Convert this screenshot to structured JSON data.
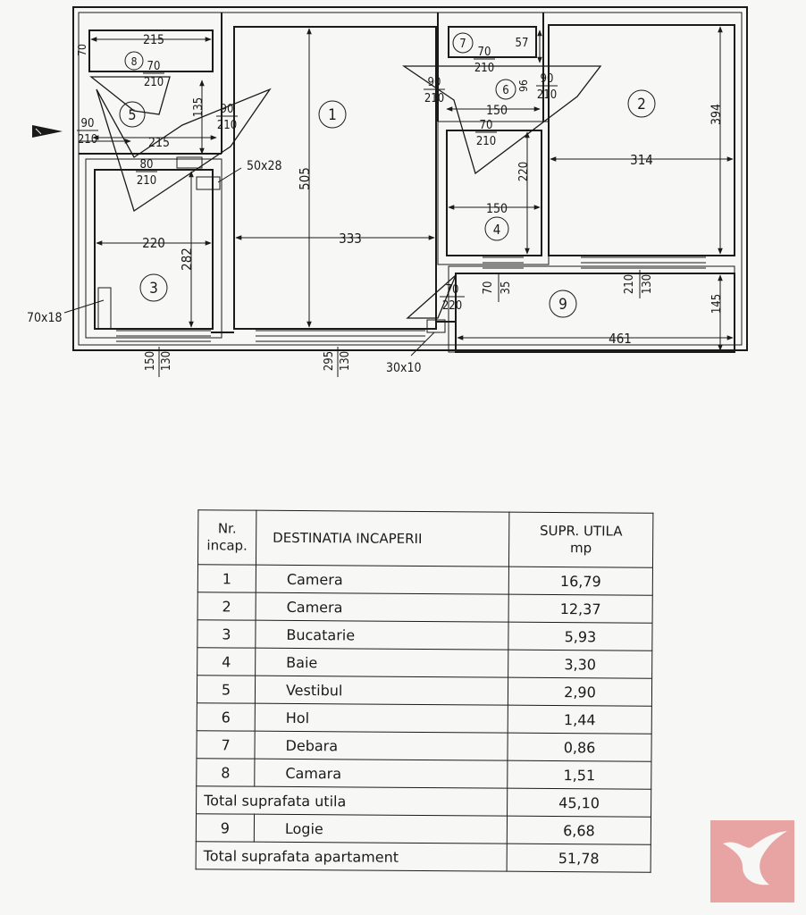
{
  "plan": {
    "room_numbers": [
      "1",
      "2",
      "3",
      "4",
      "5",
      "6",
      "7",
      "8",
      "9"
    ],
    "dimensions": {
      "top_215": "215",
      "v_70": "70",
      "h_215_vest": "215",
      "v_135": "135",
      "room1_505": "505",
      "h_333": "333",
      "room3_220": "220",
      "room3_282": "282",
      "room6_150": "150",
      "room6_96": "96",
      "room7_57": "57",
      "room4_220": "220",
      "room4_150": "150",
      "room2_314": "314",
      "room2_394": "394",
      "room9_461": "461",
      "room9_145": "145"
    },
    "door_fractions": {
      "d8": [
        "70",
        "210"
      ],
      "d5_right": [
        "90",
        "210"
      ],
      "d5_entry": [
        "90",
        "210"
      ],
      "d3": [
        "80",
        "210"
      ],
      "d7": [
        "70",
        "210"
      ],
      "d6_left": [
        "90",
        "210"
      ],
      "d6_right": [
        "90",
        "210"
      ],
      "d4": [
        "70",
        "210"
      ],
      "d9": [
        "70",
        "220"
      ]
    },
    "window_labels": {
      "w3": [
        "150",
        "130"
      ],
      "w1": [
        "295",
        "130"
      ],
      "w4": [
        "70",
        "35"
      ],
      "w2": [
        "210",
        "130"
      ]
    },
    "annotations": {
      "vent_kitchen": "50x28",
      "shaft_kitchen": "70x18",
      "vent_logia": "30x10"
    }
  },
  "table": {
    "headers": {
      "nr": "Nr.\nincap.",
      "dest": "DESTINATIA INCAPERII",
      "area": "SUPR. UTILA\nmp"
    },
    "rows": [
      {
        "nr": "1",
        "dest": "Camera",
        "area": "16,79"
      },
      {
        "nr": "2",
        "dest": "Camera",
        "area": "12,37"
      },
      {
        "nr": "3",
        "dest": "Bucatarie",
        "area": "5,93"
      },
      {
        "nr": "4",
        "dest": "Baie",
        "area": "3,30"
      },
      {
        "nr": "5",
        "dest": "Vestibul",
        "area": "2,90"
      },
      {
        "nr": "6",
        "dest": "Hol",
        "area": "1,44"
      },
      {
        "nr": "7",
        "dest": "Debara",
        "area": "0,86"
      },
      {
        "nr": "8",
        "dest": "Camara",
        "area": "1,51"
      }
    ],
    "total_util": {
      "label": "Total suprafata utila",
      "area": "45,10"
    },
    "logia_row": {
      "nr": "9",
      "dest": "Logie",
      "area": "6,68"
    },
    "total_apartment": {
      "label": "Total suprafata apartament",
      "area": "51,78"
    }
  },
  "colors": {
    "ink": "#1a1a1a",
    "paper": "#f7f7f5",
    "logo": "#e8a3a3"
  },
  "icons": {
    "entry": "entry-arrow-icon",
    "logo": "bird-logo-icon"
  }
}
